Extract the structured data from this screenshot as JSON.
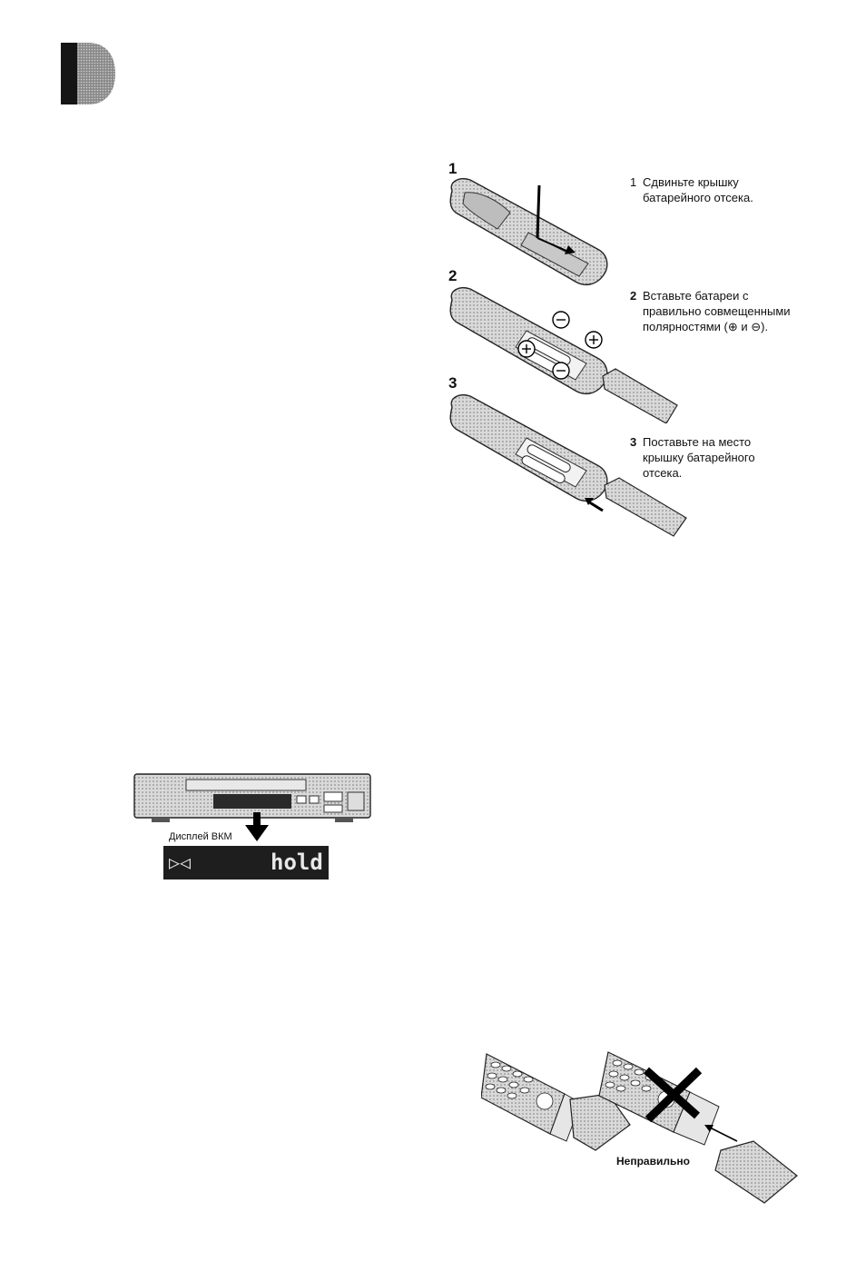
{
  "section_tab": {
    "icon": "section-tab-icon"
  },
  "battery_steps": [
    {
      "number": "1",
      "text_line1": "Сдвиньте крышку",
      "text_line2": "батарейного отсека."
    },
    {
      "number": "2",
      "text_line1": "Вставьте батареи с",
      "text_line2": "правильно совмещенными",
      "text_line3": "полярностями (⊕ и ⊖)."
    },
    {
      "number": "3",
      "text_line1": "Поставьте на место",
      "text_line2": "крышку батарейного",
      "text_line3": "отсека."
    }
  ],
  "vcr_display": {
    "label": "Дисплей ВКМ",
    "left_symbol": "▷◁",
    "right_text": "hold"
  },
  "cover_warning": {
    "label": "Неправильно"
  },
  "colors": {
    "ink": "#111111",
    "shade": "#b5b5b5",
    "dark_panel": "#1e1e1e"
  }
}
